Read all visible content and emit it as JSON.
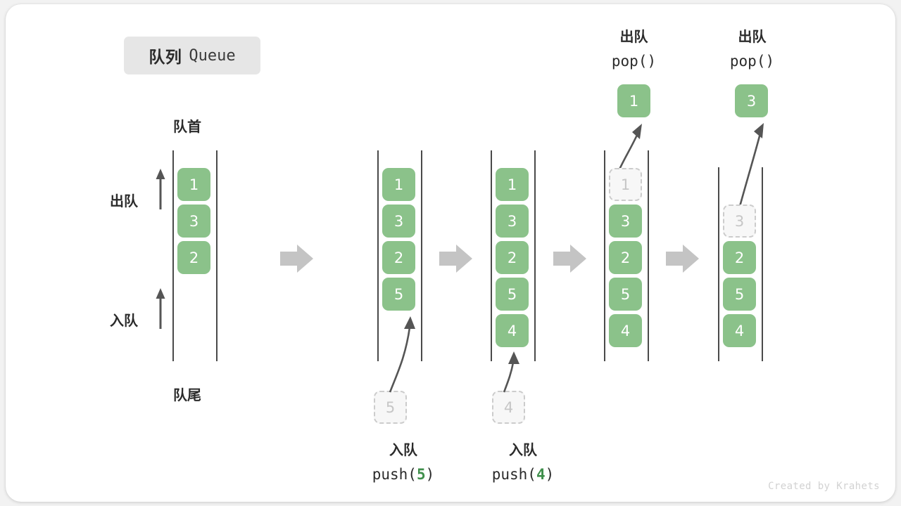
{
  "card": {
    "background": "#ffffff",
    "accent_green": "#8bc28a",
    "ghost_gray": "#cccccc",
    "rail_color": "#4a4a4a",
    "step_arrow_color": "#c4c4c4"
  },
  "title": {
    "cn": "队列",
    "en": "Queue"
  },
  "labels": {
    "head": "队首",
    "tail": "队尾",
    "dequeue": "出队",
    "enqueue": "入队",
    "pop_cn": "出队",
    "pop_code": "pop()",
    "push_cn": "入队",
    "push_code_prefix": "push(",
    "push_code_suffix": ")"
  },
  "credit": "Created by Krahets",
  "chart_data": {
    "type": "diagram",
    "title": "队列 Queue",
    "description": "Queue operations sequence: initial state, two pushes, two pops",
    "steps": [
      {
        "id": "initial",
        "cells": [
          {
            "value": "1",
            "state": "filled"
          },
          {
            "value": "3",
            "state": "filled"
          },
          {
            "value": "2",
            "state": "filled"
          }
        ],
        "caption_cn": "",
        "caption_code": "",
        "incoming": null,
        "outgoing": null,
        "head_label": "队首",
        "tail_label": "队尾",
        "side_labels": [
          "出队",
          "入队"
        ]
      },
      {
        "id": "push-5",
        "cells": [
          {
            "value": "1",
            "state": "filled"
          },
          {
            "value": "3",
            "state": "filled"
          },
          {
            "value": "2",
            "state": "filled"
          },
          {
            "value": "5",
            "state": "filled"
          }
        ],
        "caption_cn": "入队",
        "caption_code": "push(5)",
        "caption_arg": "5",
        "incoming": {
          "value": "5",
          "state": "ghost"
        },
        "outgoing": null
      },
      {
        "id": "push-4",
        "cells": [
          {
            "value": "1",
            "state": "filled"
          },
          {
            "value": "3",
            "state": "filled"
          },
          {
            "value": "2",
            "state": "filled"
          },
          {
            "value": "5",
            "state": "filled"
          },
          {
            "value": "4",
            "state": "filled"
          }
        ],
        "caption_cn": "入队",
        "caption_code": "push(4)",
        "caption_arg": "4",
        "incoming": {
          "value": "4",
          "state": "ghost"
        },
        "outgoing": null
      },
      {
        "id": "pop-1",
        "cells": [
          {
            "value": "1",
            "state": "ghost"
          },
          {
            "value": "3",
            "state": "filled"
          },
          {
            "value": "2",
            "state": "filled"
          },
          {
            "value": "5",
            "state": "filled"
          },
          {
            "value": "4",
            "state": "filled"
          }
        ],
        "caption_cn": "出队",
        "caption_code": "pop()",
        "incoming": null,
        "outgoing": {
          "value": "1",
          "state": "filled"
        }
      },
      {
        "id": "pop-3",
        "cells": [
          {
            "value": "3",
            "state": "ghost"
          },
          {
            "value": "2",
            "state": "filled"
          },
          {
            "value": "5",
            "state": "filled"
          },
          {
            "value": "4",
            "state": "filled"
          }
        ],
        "caption_cn": "出队",
        "caption_code": "pop()",
        "incoming": null,
        "outgoing": {
          "value": "3",
          "state": "filled"
        }
      }
    ],
    "step_separators": 4
  },
  "cells": {
    "c1_r1": "1",
    "c1_r2": "3",
    "c1_r3": "2",
    "c2_r1": "1",
    "c2_r2": "3",
    "c2_r3": "2",
    "c2_r4": "5",
    "c3_r1": "1",
    "c3_r2": "3",
    "c3_r3": "2",
    "c3_r4": "5",
    "c3_r5": "4",
    "c4_r1": "1",
    "c4_r2": "3",
    "c4_r3": "2",
    "c4_r4": "5",
    "c4_r5": "4",
    "c5_r1": "3",
    "c5_r2": "2",
    "c5_r3": "5",
    "c5_r4": "4",
    "ghost_push_5": "5",
    "ghost_push_4": "4",
    "popped_1": "1",
    "popped_3": "3"
  },
  "captions": {
    "push5_cn": "入队",
    "push5_code_pre": "push(",
    "push5_arg": "5",
    "push5_code_post": ")",
    "push4_cn": "入队",
    "push4_code_pre": "push(",
    "push4_arg": "4",
    "push4_code_post": ")",
    "pop1_cn": "出队",
    "pop1_code": "pop()",
    "pop3_cn": "出队",
    "pop3_code": "pop()"
  }
}
